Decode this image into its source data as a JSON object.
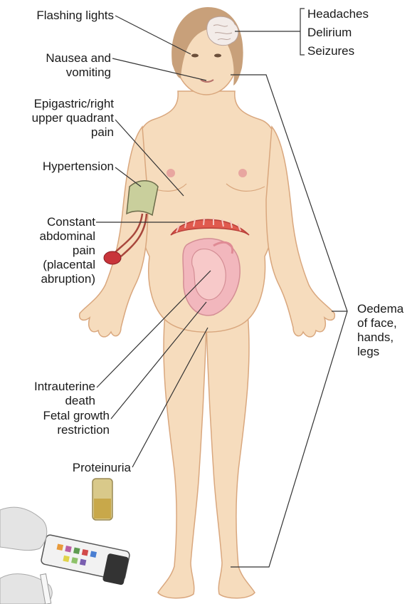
{
  "labels": {
    "flashing_lights": "Flashing lights",
    "headaches": "Headaches",
    "delirium": "Delirium",
    "seizures": "Seizures",
    "nausea": "Nausea and\nvomiting",
    "epigastric": "Epigastric/right\nupper quadrant\npain",
    "hypertension": "Hypertension",
    "abdominal_pain": "Constant\nabdominal\npain\n(placental\nabruption)",
    "intrauterine_death": "Intrauterine\ndeath",
    "fetal_growth": "Fetal growth\nrestriction",
    "proteinuria": "Proteinuria",
    "oedema": "Oedema\nof face,\nhands,\nlegs"
  },
  "colors": {
    "skin": "#f6dcbd",
    "skin_outline": "#d9a77e",
    "hair": "#c8a07a",
    "brain": "#f3ece9",
    "uterus": "#f2b7bd",
    "fetus": "#f7c9c9",
    "placenta": "#e05a4e",
    "cuff": "#c9cf9c",
    "bulb": "#c8343a",
    "leader": "#333333"
  }
}
